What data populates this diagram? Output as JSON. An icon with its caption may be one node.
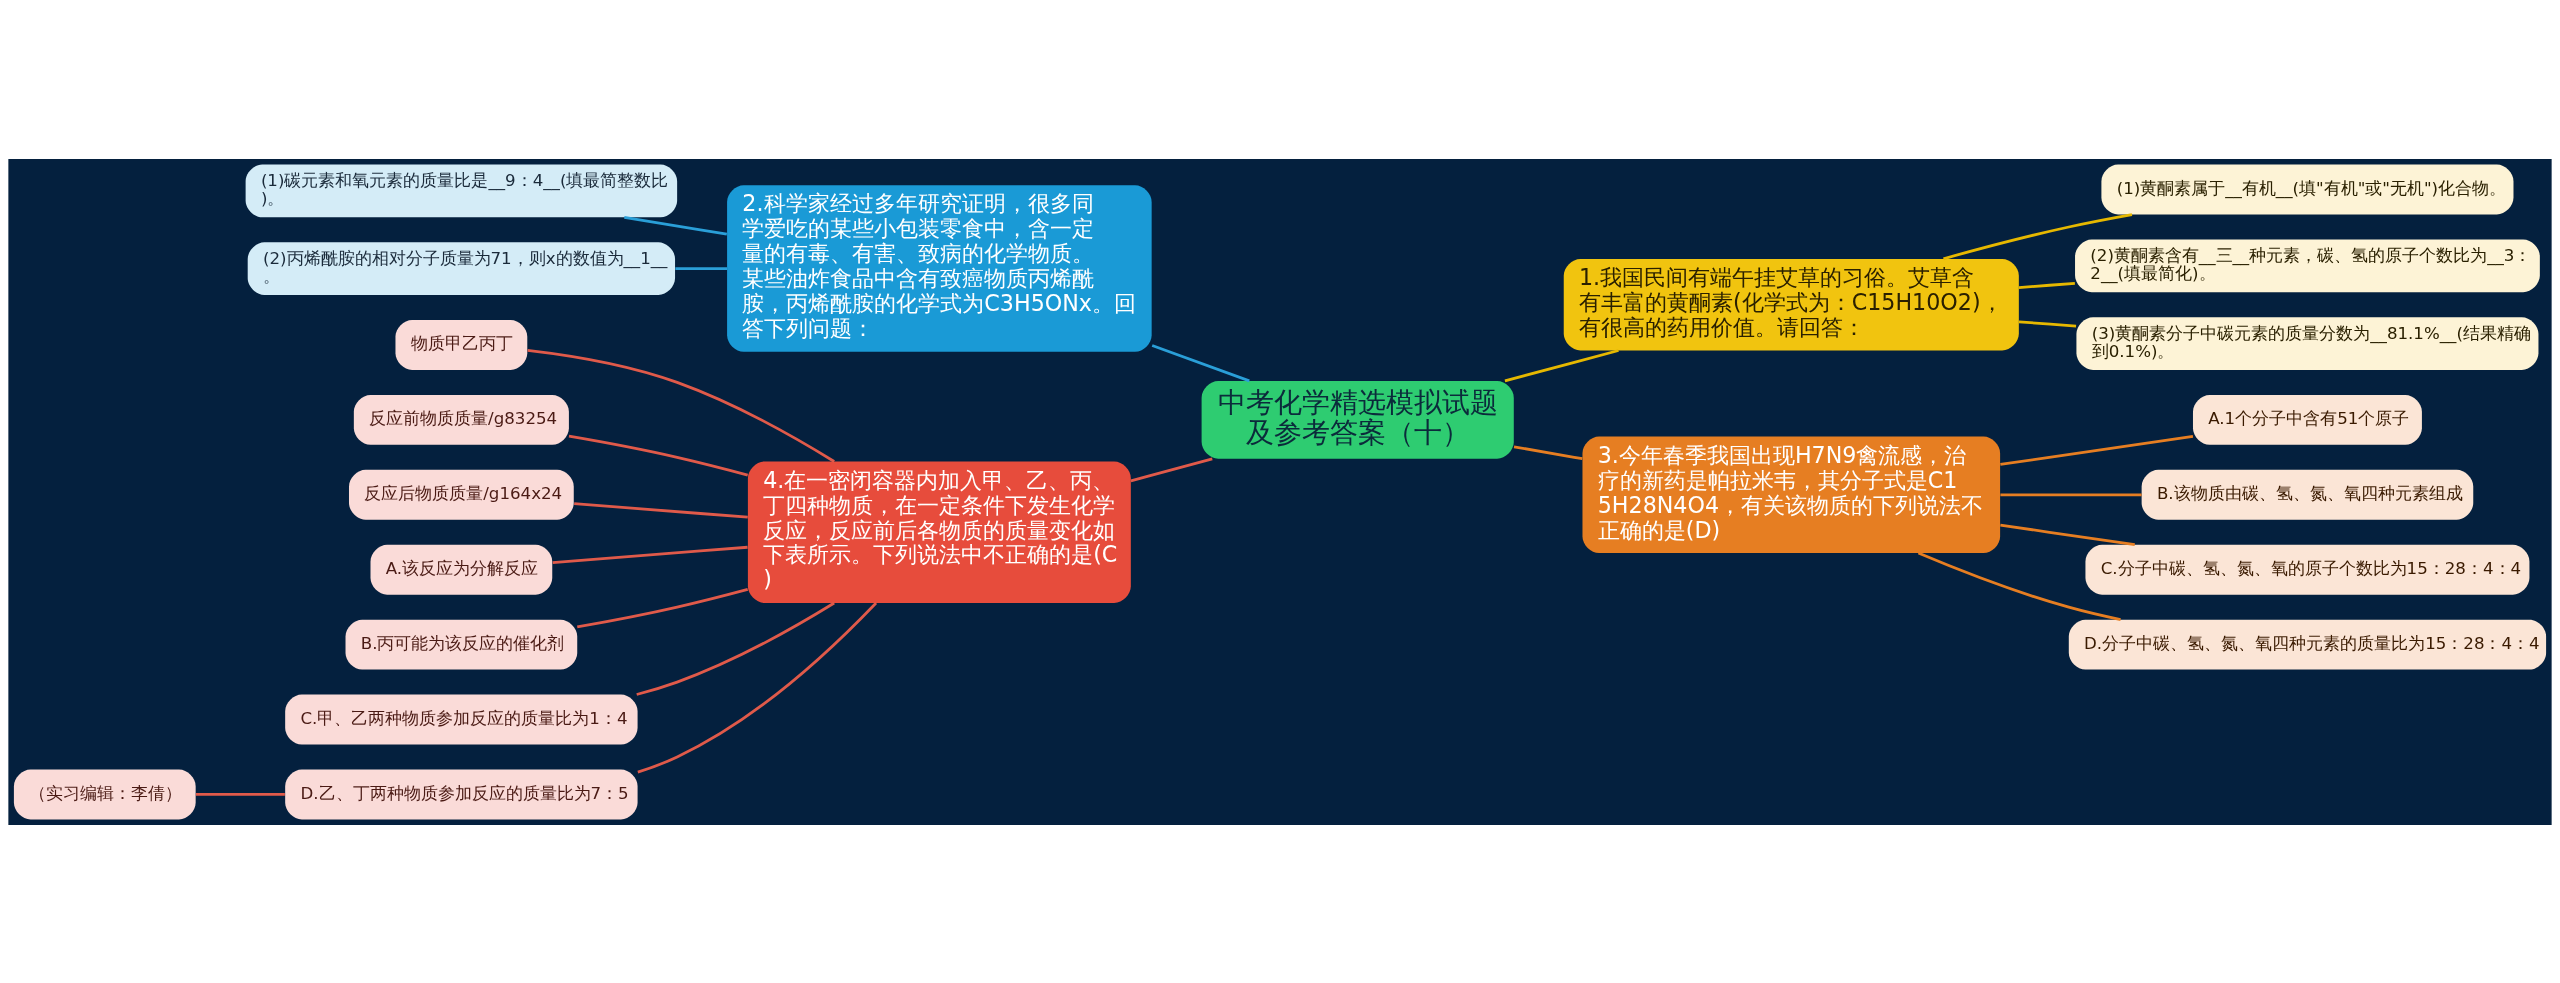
{
  "diagram": {
    "nodes": [
      {
        "text": [
          "中考化学精选模拟试题及参考答案（十）"
        ]
      },
      {
        "text": [
          "2.科学家经过多年研究证明，很多同学爱吃的某些小包装零食中，含一定量的有毒、有害、致病的化学物质。某些油炸食品中含有致癌物质丙烯酰胺，丙烯酰胺的化学式为C3H5ONx。回答下列问题："
        ]
      },
      {
        "text": [
          "(1)碳元素和氧元素的质量比是__9：4__(填最简整数比)。"
        ]
      },
      {
        "text": [
          "(2)丙烯酰胺的相对分子质量为71，则x的数值为__1__。"
        ]
      },
      {
        "text": [
          "4.在一密闭容器内加入甲、乙、丙、丁四种物质，在一定条件下发生化学反应，反应前后各物质的质量变化如下表所示。下列说法中不正确的是(C)"
        ]
      },
      {
        "text": [
          "物质甲乙丙丁"
        ]
      },
      {
        "text": [
          "反应前物质质量/g83254"
        ]
      },
      {
        "text": [
          "反应后物质质量/g164x24"
        ]
      },
      {
        "text": [
          "A.该反应为分解反应"
        ]
      },
      {
        "text": [
          "B.丙可能为该反应的催化剂"
        ]
      },
      {
        "text": [
          "C.甲、乙两种物质参加反应的质量比为1：4"
        ]
      },
      {
        "text": [
          "D.乙、丁两种物质参加反应的质量比为7：5"
        ]
      },
      {
        "text": [
          "（实习编辑：李倩）"
        ]
      },
      {
        "text": [
          "1.我国民间有端午挂艾草的习俗。艾草含有丰富的黄酮素(化学式为：C15H10O2)，有很高的药用价值。请回答："
        ]
      },
      {
        "text": [
          "(1)黄酮素属于__有机__(填\"有机\"或\"无机\")化合物。"
        ]
      },
      {
        "text": [
          "(2)黄酮素含有__三__种元素，碳、氢的原子个数比为__3：2__(填最简化)。"
        ]
      },
      {
        "text": [
          "(3)黄酮素分子中碳元素的质量分数为__81.1%__(结果精确到0.1%)。"
        ]
      },
      {
        "text": [
          "3.今年春季我国出现H7N9禽流感，治疗的新药是帕拉米韦，其分子式是C15H28N4O4，有关该物质的下列说法不正确的是(D)"
        ]
      },
      {
        "text": [
          "A.1个分子中含有51个原子"
        ]
      },
      {
        "text": [
          "B.该物质由碳、氢、氮、氧四种元素组成"
        ]
      },
      {
        "text": [
          "C.分子中碳、氢、氮、氧的原子个数比为15：28：4：4"
        ]
      },
      {
        "text": [
          "D.分子中碳、氢、氮、氧四种元素的质量比为15：28：4：4"
        ]
      }
    ],
    "edges": [
      {
        "from": 0,
        "to": 1,
        "arrow": "none",
        "color": "#2a9fd8"
      },
      {
        "from": 1,
        "to": 2,
        "arrow": "none",
        "color": "#2a9fd8"
      },
      {
        "from": 1,
        "to": 3,
        "arrow": "none",
        "color": "#2a9fd8"
      },
      {
        "from": 0,
        "to": 4,
        "arrow": "none",
        "color": "#e05a4a"
      },
      {
        "from": 4,
        "to": 5,
        "arrow": "none",
        "color": "#e05a4a"
      },
      {
        "from": 4,
        "to": 6,
        "arrow": "none",
        "color": "#e05a4a"
      },
      {
        "from": 4,
        "to": 7,
        "arrow": "none",
        "color": "#e05a4a"
      },
      {
        "from": 4,
        "to": 8,
        "arrow": "none",
        "color": "#e05a4a"
      },
      {
        "from": 4,
        "to": 9,
        "arrow": "none",
        "color": "#e05a4a"
      },
      {
        "from": 4,
        "to": 10,
        "arrow": "none",
        "color": "#e05a4a"
      },
      {
        "from": 4,
        "to": 11,
        "arrow": "none",
        "color": "#e05a4a"
      },
      {
        "from": 11,
        "to": 12,
        "arrow": "none",
        "color": "#e05a4a"
      },
      {
        "from": 0,
        "to": 13,
        "arrow": "none",
        "color": "#e6b800"
      },
      {
        "from": 13,
        "to": 14,
        "arrow": "none",
        "color": "#e6b800"
      },
      {
        "from": 13,
        "to": 15,
        "arrow": "none",
        "color": "#e6b800"
      },
      {
        "from": 13,
        "to": 16,
        "arrow": "none",
        "color": "#e6b800"
      },
      {
        "from": 0,
        "to": 17,
        "arrow": "none",
        "color": "#e67e22"
      },
      {
        "from": 17,
        "to": 18,
        "arrow": "none",
        "color": "#e67e22"
      },
      {
        "from": 17,
        "to": 19,
        "arrow": "none",
        "color": "#e67e22"
      },
      {
        "from": 17,
        "to": 20,
        "arrow": "none",
        "color": "#e67e22"
      },
      {
        "from": 17,
        "to": 21,
        "arrow": "none",
        "color": "#e67e22"
      }
    ]
  }
}
